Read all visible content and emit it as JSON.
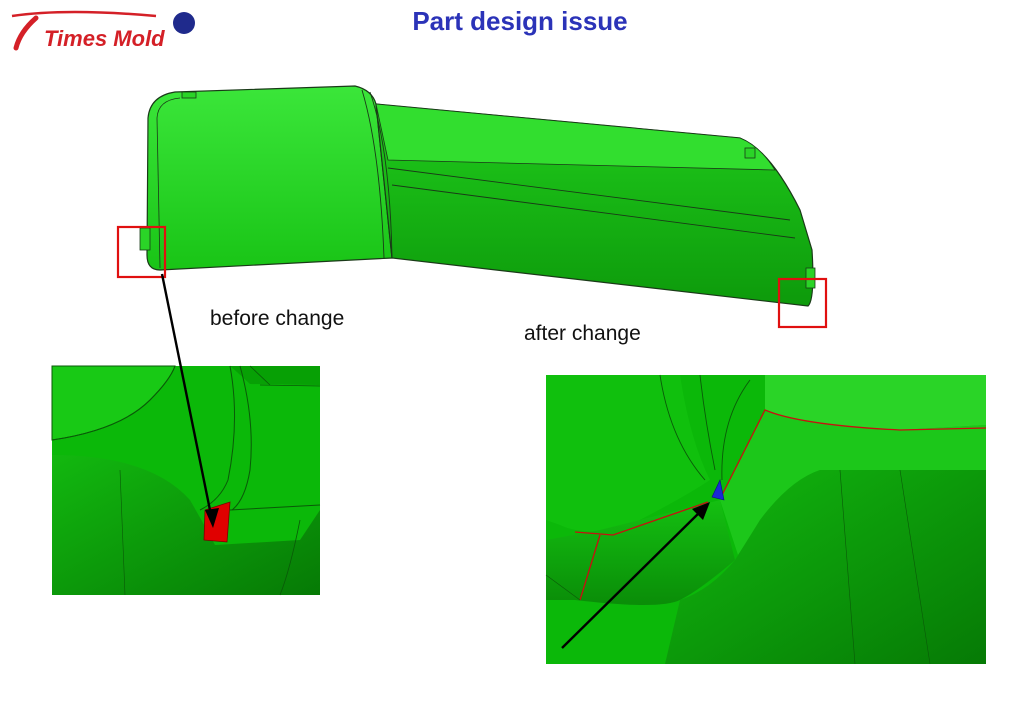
{
  "header": {
    "logo_text": "Times Mold",
    "title": "Part design issue"
  },
  "labels": {
    "before": "before change",
    "after": "after change"
  },
  "colors": {
    "title": "#2b33b8",
    "logo_red": "#d42027",
    "logo_dot": "#1f2a8c",
    "part_green": "#22d41e",
    "highlight_box": "#e01010",
    "problem_face": "#e00000",
    "fixed_face": "#1a2ad6"
  }
}
